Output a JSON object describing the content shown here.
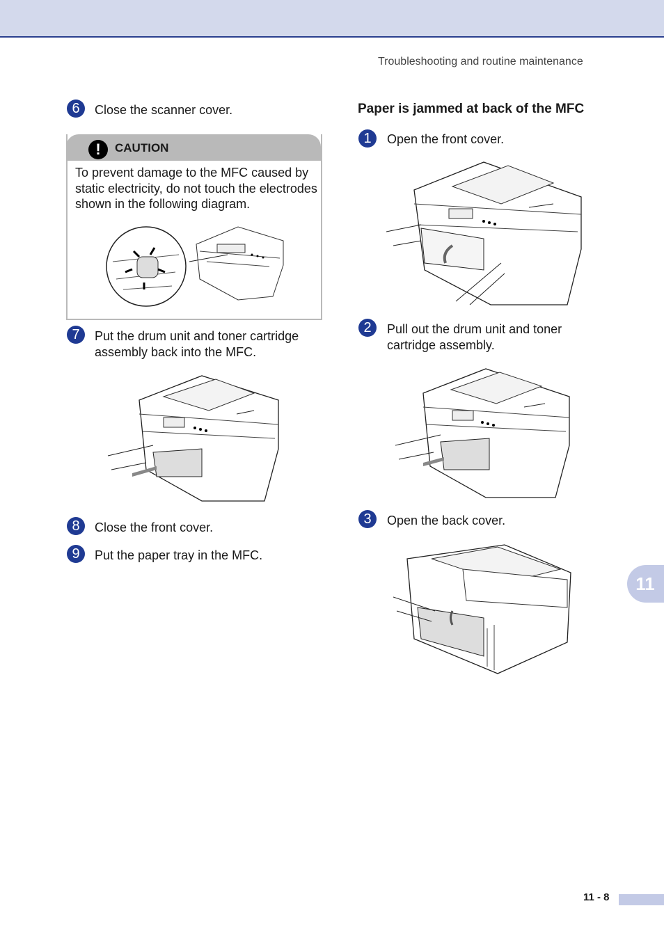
{
  "header": {
    "running_title": "Troubleshooting and routine maintenance"
  },
  "left_column": {
    "steps": [
      {
        "number": "6",
        "text": "Close the scanner cover."
      },
      {
        "number": "7",
        "text": "Put the drum unit and toner cartridge assembly back into the MFC."
      },
      {
        "number": "8",
        "text": "Close the front cover."
      },
      {
        "number": "9",
        "text": "Put the paper tray in the MFC."
      }
    ],
    "caution": {
      "icon_text": "!",
      "title": "CAUTION",
      "text": "To prevent damage to the MFC caused by static electricity, do not touch the electrodes shown in the following diagram."
    }
  },
  "right_column": {
    "heading": "Paper is jammed at back of the MFC",
    "steps": [
      {
        "number": "1",
        "text": "Open the front cover."
      },
      {
        "number": "2",
        "text": "Pull out the drum unit and toner cartridge assembly."
      },
      {
        "number": "3",
        "text": "Open the back cover."
      }
    ]
  },
  "chapter_tab": "11",
  "footer": {
    "page_number": "11 - 8"
  },
  "colors": {
    "accent": "#1f3a93",
    "header_band": "#d3d9ec",
    "tab": "#c3cae6",
    "caution_gray": "#b9b9b9"
  }
}
